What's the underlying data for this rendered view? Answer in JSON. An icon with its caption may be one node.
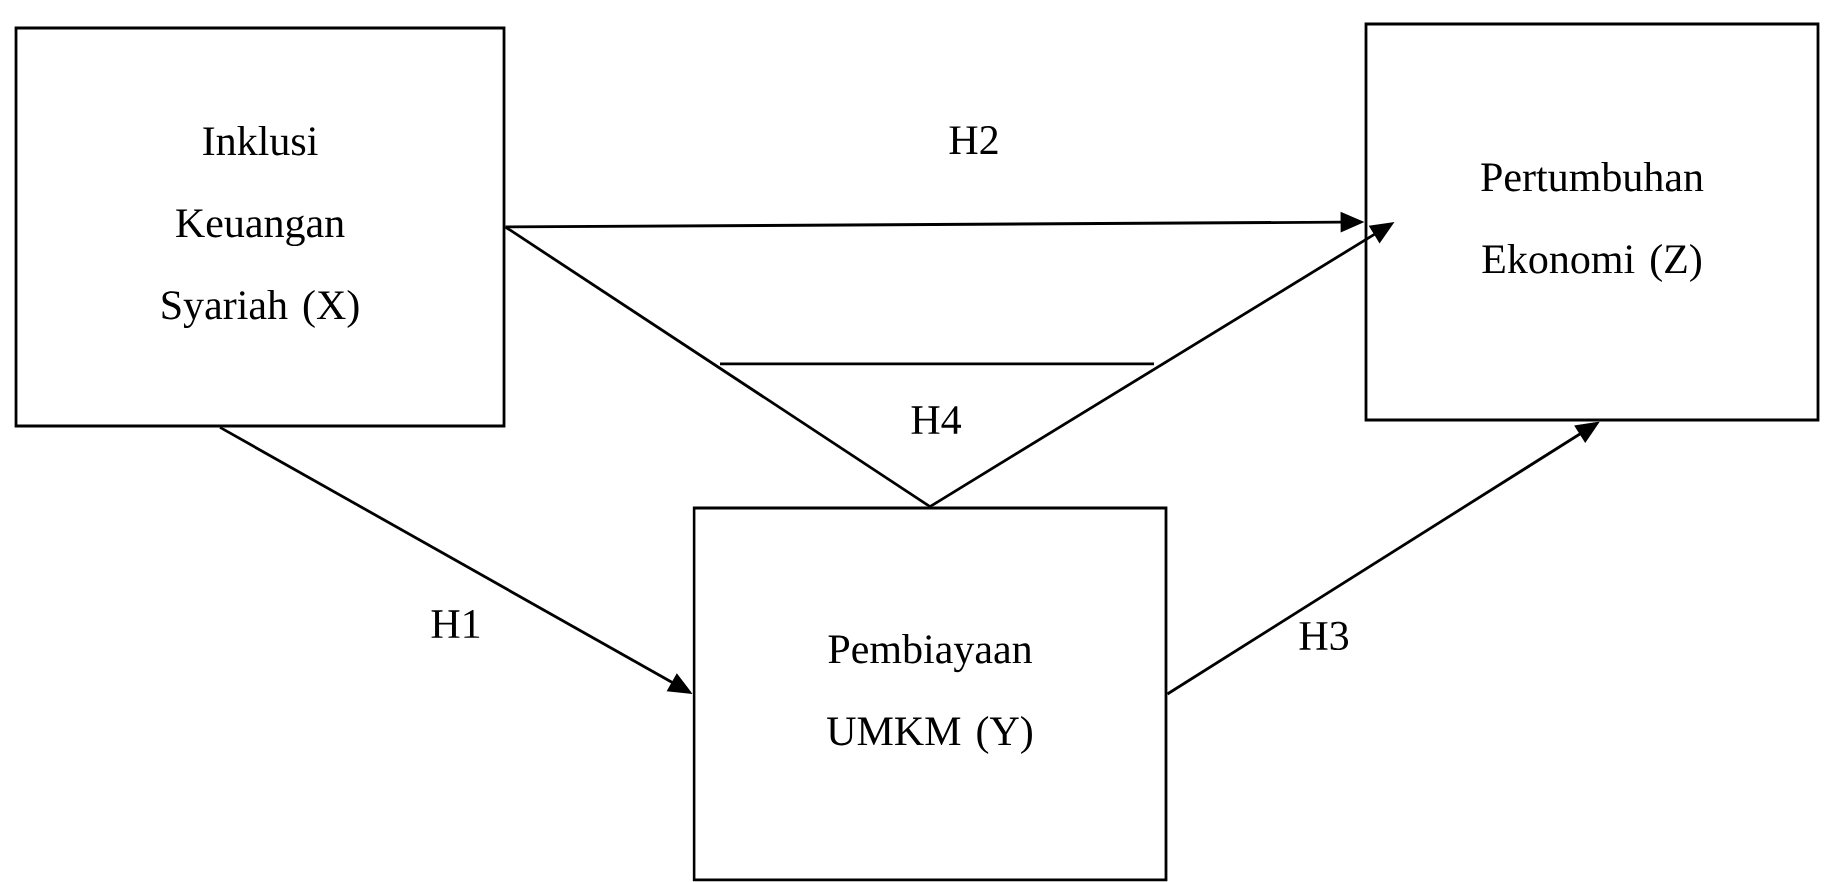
{
  "diagram": {
    "nodes": [
      {
        "text": [
          "Inklusi Keuangan Syariah (X)"
        ]
      },
      {
        "text": [
          "Pertumbuhan Ekonomi (Z)"
        ]
      },
      {
        "text": [
          "Pembiayaan UMKM (Y)"
        ]
      }
    ],
    "edges": [
      {
        "from": 0,
        "to": 1,
        "arrow": "to",
        "label": "H2"
      },
      {
        "from": 0,
        "to": 2,
        "arrow": "to",
        "label": "H1"
      },
      {
        "from": 2,
        "to": 1,
        "arrow": "to",
        "label": "H3"
      },
      {
        "from": 0,
        "to": 2,
        "arrow": "none",
        "label": "H4"
      },
      {
        "from": 2,
        "to": 1,
        "arrow": "to"
      }
    ]
  }
}
